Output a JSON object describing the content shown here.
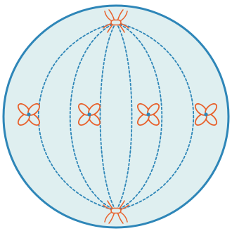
{
  "diagram": {
    "subject": "cell-division-spindle",
    "colors": {
      "background": "#ffffff",
      "cell_fill": "#dfeff0",
      "cell_membrane": "#2e86b8",
      "spindle_fiber": "#2e86b8",
      "chromosome": "#e8612c",
      "centrosome": "#e8612c"
    },
    "chromosome_count": 4,
    "centrosome_count": 2,
    "spindle_fiber_count": 6
  }
}
